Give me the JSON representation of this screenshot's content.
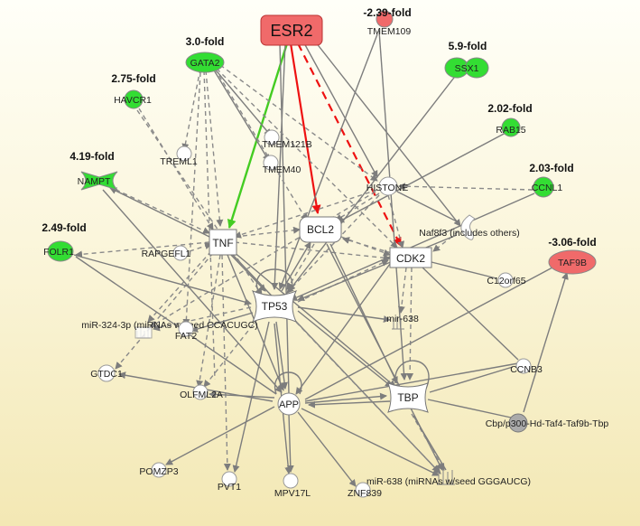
{
  "nodes": {
    "esr2": "ESR2",
    "tmem109": "TMEM109",
    "gata2": "GATA2",
    "ssx1": "SSX1",
    "havcr1": "HAVCR1",
    "rab15": "RAB15",
    "treml1": "TREML1",
    "tmem121b": "TMEM121B",
    "tmem40": "TMEM40",
    "nampt": "NAMPT",
    "histone": "HISTONE",
    "ccnl1": "CCNL1",
    "bcl2": "BCL2",
    "tnf": "TNF",
    "naf8f3": "Naf8f3 (includes others)",
    "folr1": "FOLR1",
    "rapgefl1": "RAPGEFL1",
    "cdk2": "CDK2",
    "taf9b": "TAF9B",
    "c12orf65": "C12orf65",
    "tp53": "TP53",
    "mir324": "miR-324-3p (miRNAs w/seed CCACUGC)",
    "fat2": "FAT2",
    "mir638a": "mir-638",
    "gtdc1": "GTDC1",
    "olfml2a": "OLFML2A",
    "app": "APP",
    "tbp": "TBP",
    "ccnb3": "CCNB3",
    "cbp": "Cbp/p300-Hd-Taf4-Taf9b-Tbp",
    "pomzp3": "POMZP3",
    "pvt1": "PVT1",
    "mpv17l": "MPV17L",
    "mir638b": "miR-638 (miRNAs w/seed GGGAUCG)",
    "znf839": "ZNF839"
  },
  "folds": {
    "tmem109": "-2.39-fold",
    "gata2": "3.0-fold",
    "ssx1": "5.9-fold",
    "havcr1": "2.75-fold",
    "rab15": "2.02-fold",
    "nampt": "4.19-fold",
    "ccnl1": "2.03-fold",
    "folr1": "2.49-fold",
    "taf9b": "-3.06-fold"
  },
  "colors": {
    "up": "#33dd33",
    "down": "#f06a6a",
    "neutral": "#ffffff",
    "complex": "#aaaaaa",
    "activation_edge": "#44cc22",
    "inhibition_edge": "#ee1111"
  }
}
